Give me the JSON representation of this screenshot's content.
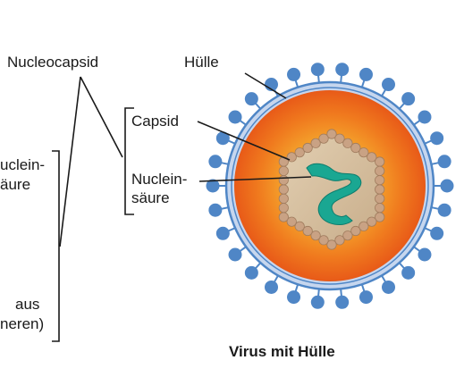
{
  "labels": {
    "nucleocapsid": "Nucleocapsid",
    "huelle": "Hülle",
    "capsid": "Capsid",
    "nucleinsaeure_line1": "Nuclein-",
    "nucleinsaeure_line2": "säure",
    "left_nuclein_line1": "uclein-",
    "left_nuclein_line2": "äure",
    "left_aus_line1": "aus",
    "left_aus_line2": "neren)",
    "caption": "Virus mit Hülle"
  },
  "colors": {
    "envelope_blue": "#4f86c6",
    "envelope_membrane": "#c6d6ee",
    "interior_orange": "#ee6a1c",
    "interior_yellow": "#f6c13a",
    "capsid_fill": "#d9c3a3",
    "capsomere": "#c9a284",
    "nucleic_acid": "#1aa792",
    "line": "#1a1a1a"
  },
  "icons": {
    "virus": "enveloped-virus-illustration"
  }
}
